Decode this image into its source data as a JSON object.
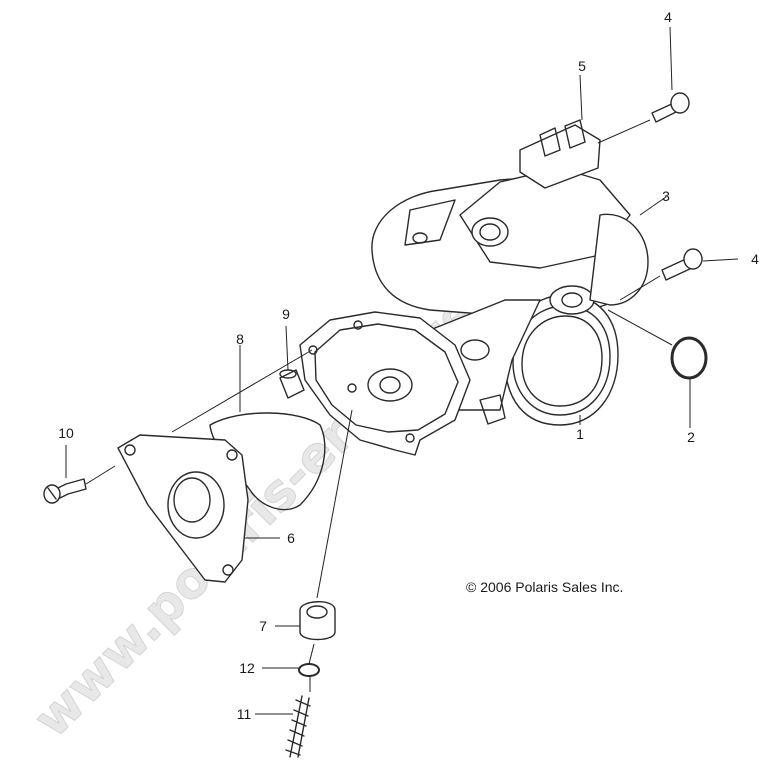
{
  "copyright": "© 2006 Polaris Sales Inc.",
  "watermark": "www.polaris-ersatzteile.de",
  "callouts": [
    {
      "id": "c1",
      "text": "1"
    },
    {
      "id": "c2",
      "text": "2"
    },
    {
      "id": "c3",
      "text": "3"
    },
    {
      "id": "c4a",
      "text": "4"
    },
    {
      "id": "c4b",
      "text": "4"
    },
    {
      "id": "c5",
      "text": "5"
    },
    {
      "id": "c6",
      "text": "6"
    },
    {
      "id": "c7",
      "text": "7"
    },
    {
      "id": "c8",
      "text": "8"
    },
    {
      "id": "c9",
      "text": "9"
    },
    {
      "id": "c10",
      "text": "10"
    },
    {
      "id": "c11",
      "text": "11"
    },
    {
      "id": "c12",
      "text": "12"
    }
  ]
}
